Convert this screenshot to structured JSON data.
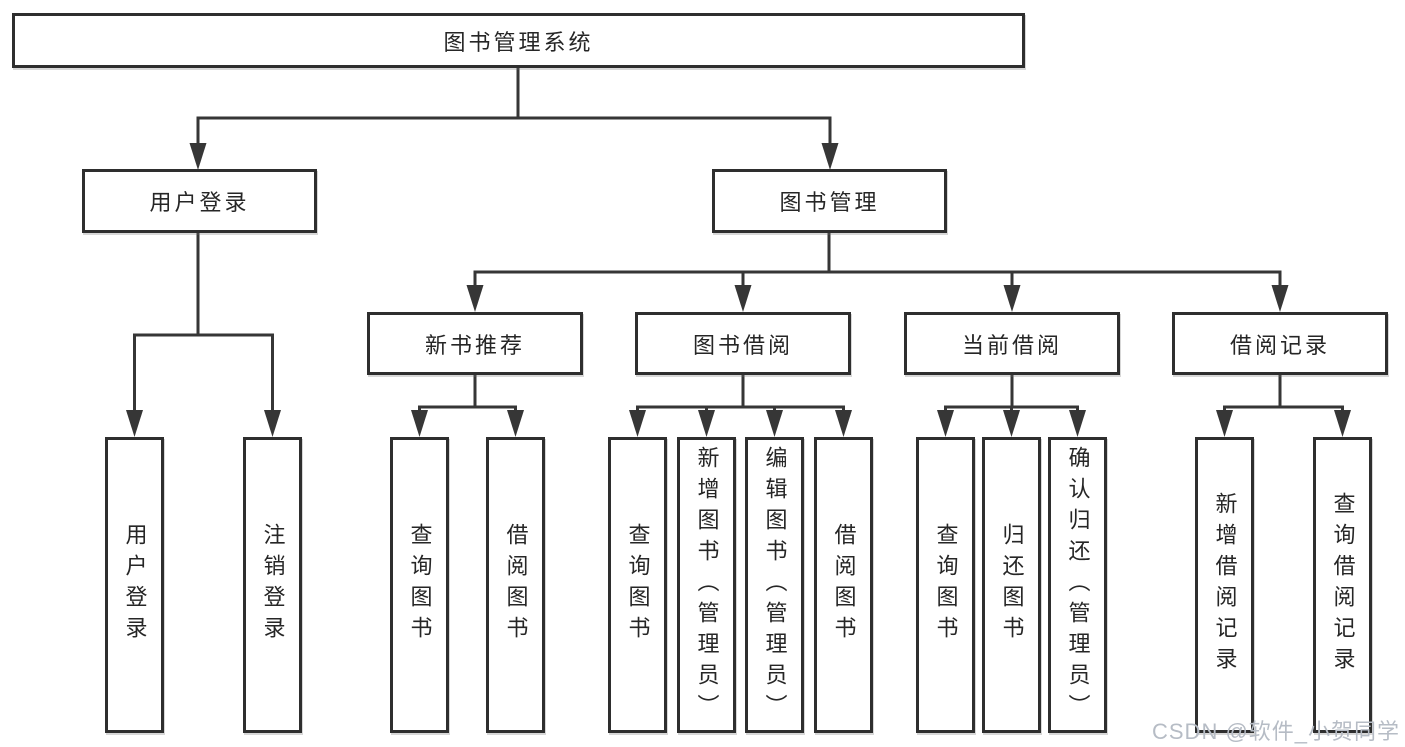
{
  "diagram": {
    "title": "图书管理系统",
    "type": "function-structure-tree",
    "colors": {
      "line": "#363636",
      "box_border": "#2e2e2e",
      "text": "#262626",
      "background": "#ffffff",
      "watermark_text": "#b6bcc5"
    },
    "nodes": {
      "root": {
        "label": "图书管理系统"
      },
      "user_login": {
        "label": "用户登录"
      },
      "book_mgmt": {
        "label": "图书管理"
      },
      "new_book_rec": {
        "label": "新书推荐"
      },
      "book_borrow": {
        "label": "图书借阅"
      },
      "current_borrow": {
        "label": "当前借阅"
      },
      "borrow_record": {
        "label": "借阅记录"
      },
      "ul_user_login": {
        "label": "用户登录"
      },
      "ul_logout": {
        "label": "注销登录"
      },
      "nb_query": {
        "label": "查询图书"
      },
      "nb_borrow": {
        "label": "借阅图书"
      },
      "bb_query": {
        "label": "查询图书"
      },
      "bb_add": {
        "label": "新增图书（管理员）"
      },
      "bb_edit": {
        "label": "编辑图书（管理员）"
      },
      "bb_borrow": {
        "label": "借阅图书"
      },
      "cb_query": {
        "label": "查询图书"
      },
      "cb_return": {
        "label": "归还图书"
      },
      "cb_confirm": {
        "label": "确认归还（管理员）"
      },
      "br_add": {
        "label": "新增借阅记录"
      },
      "br_query": {
        "label": "查询借阅记录"
      }
    },
    "tree": {
      "label": "图书管理系统",
      "children": [
        {
          "label": "用户登录",
          "children": [
            {
              "label": "用户登录"
            },
            {
              "label": "注销登录"
            }
          ]
        },
        {
          "label": "图书管理",
          "children": [
            {
              "label": "新书推荐",
              "children": [
                {
                  "label": "查询图书"
                },
                {
                  "label": "借阅图书"
                }
              ]
            },
            {
              "label": "图书借阅",
              "children": [
                {
                  "label": "查询图书"
                },
                {
                  "label": "新增图书（管理员）"
                },
                {
                  "label": "编辑图书（管理员）"
                },
                {
                  "label": "借阅图书"
                }
              ]
            },
            {
              "label": "当前借阅",
              "children": [
                {
                  "label": "查询图书"
                },
                {
                  "label": "归还图书"
                },
                {
                  "label": "确认归还（管理员）"
                }
              ]
            },
            {
              "label": "借阅记录",
              "children": [
                {
                  "label": "新增借阅记录"
                },
                {
                  "label": "查询借阅记录"
                }
              ]
            }
          ]
        }
      ]
    },
    "watermark": "CSDN @软件_小贺同学"
  }
}
